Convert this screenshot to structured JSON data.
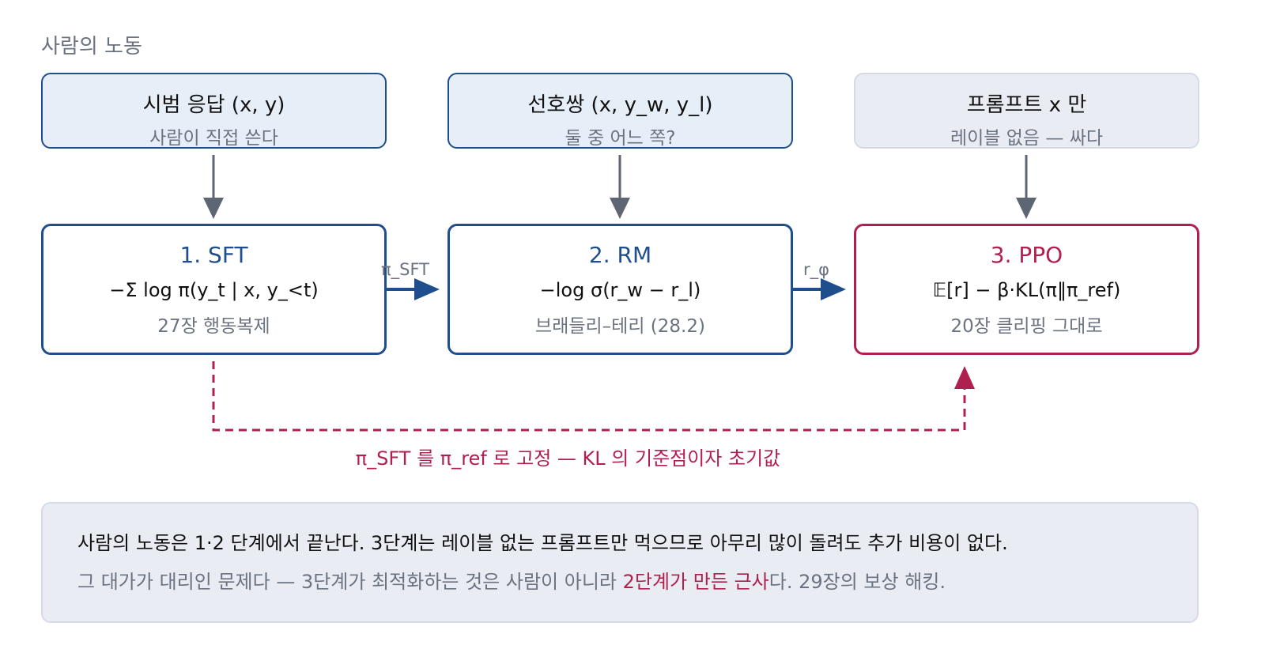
{
  "section_label": "사람의 노동",
  "data_boxes": [
    {
      "title": "시범 응답 (x, y)",
      "subtitle": "사람이 직접 쓴다"
    },
    {
      "title": "선호쌍 (x, y_w, y_l)",
      "subtitle": "둘 중 어느 쪽?"
    },
    {
      "title": "프롬프트 x 만",
      "subtitle": "레이블 없음 — 싸다"
    }
  ],
  "stages": [
    {
      "title": "1. SFT",
      "formula": "−Σ log π(y_t | x, y_<t)",
      "note": "27장 행동복제"
    },
    {
      "title": "2. RM",
      "formula": "−log σ(r_w − r_l)",
      "note": "브래들리–테리 (28.2)"
    },
    {
      "title": "3. PPO",
      "formula": "𝔼[r] − β·KL(π‖π_ref)",
      "note": "20장 클리핑 그대로"
    }
  ],
  "edge_labels": {
    "sft_to_rm": "π_SFT",
    "rm_to_ppo": "r_φ"
  },
  "freeze_label": "π_SFT 를 π_ref 로 고정 — KL 의 기준점이자 초기값",
  "callout": {
    "line1": "사람의 노동은 1·2 단계에서 끝난다. 3단계는 레이블 없는 프롬프트만 먹으므로 아무리 많이 돌려도 추가 비용이 없다.",
    "line2_pre": "그 대가가 대리인 문제다 — 3단계가 최적화하는 것은 사람이 아니라 ",
    "line2_highlight": "2단계가 만든 근사",
    "line2_post": "다. 29장의 보상 해킹."
  },
  "colors": {
    "blue": "#1f4e8c",
    "crimson": "#b0204f",
    "gray_arrow": "#5f6673",
    "light_blue_fill": "#e6eef8",
    "light_gray_fill": "#e9edf3"
  }
}
